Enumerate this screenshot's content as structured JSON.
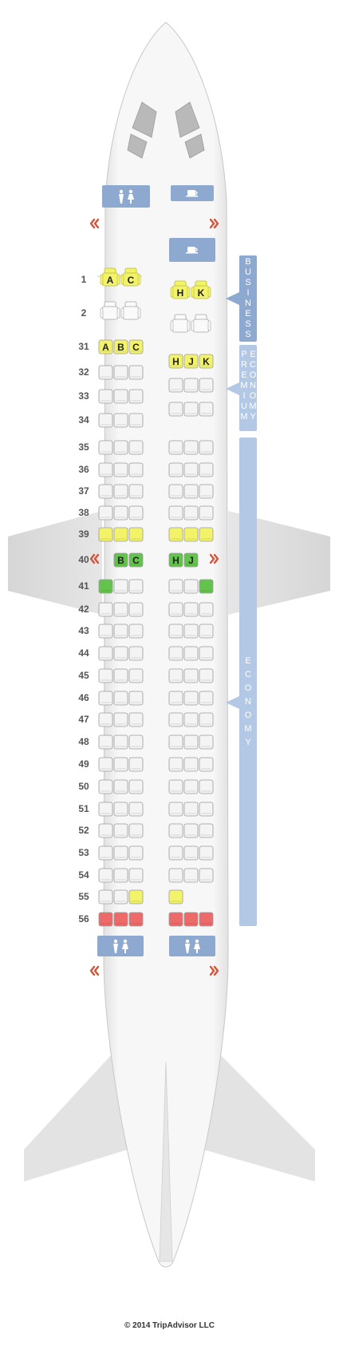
{
  "copyright": "© 2014 TripAdvisor LLC",
  "colors": {
    "standard": "#f4f4f4",
    "standard_stroke": "#9a9a9a",
    "yellow": "#f3f36a",
    "green": "#63c34d",
    "red": "#ec6a6a",
    "facility": "#8ea9cf",
    "cabin_bar": "#b3c8e4",
    "exit_arrow": "#d4543a",
    "fuselage_stroke": "#c8c8c8"
  },
  "icons": {
    "lavatory": "lavatory-icon",
    "galley": "galley-cup-icon",
    "exit_left": "exit-arrow-left-icon",
    "exit_right": "exit-arrow-right-icon"
  },
  "cabins": [
    {
      "name": "business-cabin-label",
      "letters": [
        "B",
        "U",
        "S",
        "I",
        "N",
        "E",
        "S",
        "S"
      ]
    },
    {
      "name": "premium-economy-cabin-label",
      "left_letters": [
        "P",
        "R",
        "E",
        "M",
        "I",
        "U",
        "M"
      ],
      "right_letters": [
        "E",
        "C",
        "O",
        "N",
        "O",
        "M",
        "Y"
      ]
    },
    {
      "name": "economy-cabin-label",
      "letters": [
        "E",
        "C",
        "O",
        "N",
        "O",
        "M",
        "Y"
      ]
    }
  ],
  "business_rows": [
    {
      "row": "1",
      "left": [
        {
          "letter": "A",
          "type": "yellow"
        },
        {
          "letter": "C",
          "type": "yellow"
        }
      ]
    },
    {
      "row": "2",
      "left": [
        {
          "letter": "",
          "type": "standard"
        },
        {
          "letter": "",
          "type": "standard"
        }
      ]
    }
  ],
  "business_right": [
    {
      "seats": [
        {
          "letter": "H",
          "type": "yellow"
        },
        {
          "letter": "K",
          "type": "yellow"
        }
      ]
    },
    {
      "seats": [
        {
          "letter": "",
          "type": "standard"
        },
        {
          "letter": "",
          "type": "standard"
        }
      ]
    }
  ],
  "rows": [
    {
      "row": "31",
      "left": [
        {
          "l": "A",
          "t": "yellow"
        },
        {
          "l": "B",
          "t": "yellow"
        },
        {
          "l": "C",
          "t": "yellow"
        }
      ],
      "right": [
        {
          "l": "H",
          "t": "yellow"
        },
        {
          "l": "J",
          "t": "yellow"
        },
        {
          "l": "K",
          "t": "yellow"
        }
      ]
    },
    {
      "row": "32",
      "left": [
        {
          "l": "",
          "t": "standard"
        },
        {
          "l": "",
          "t": "standard"
        },
        {
          "l": "",
          "t": "standard"
        }
      ],
      "right": [
        {
          "l": "",
          "t": "standard"
        },
        {
          "l": "",
          "t": "standard"
        },
        {
          "l": "",
          "t": "standard"
        }
      ]
    },
    {
      "row": "33",
      "left": [
        {
          "l": "",
          "t": "standard"
        },
        {
          "l": "",
          "t": "standard"
        },
        {
          "l": "",
          "t": "standard"
        }
      ],
      "right": [
        {
          "l": "",
          "t": "standard"
        },
        {
          "l": "",
          "t": "standard"
        },
        {
          "l": "",
          "t": "standard"
        }
      ]
    },
    {
      "row": "34",
      "left": [
        {
          "l": "",
          "t": "standard"
        },
        {
          "l": "",
          "t": "standard"
        },
        {
          "l": "",
          "t": "standard"
        }
      ],
      "right": []
    },
    {
      "row": "35",
      "left": [
        {
          "l": "",
          "t": "standard"
        },
        {
          "l": "",
          "t": "standard"
        },
        {
          "l": "",
          "t": "standard"
        }
      ],
      "right": [
        {
          "l": "",
          "t": "standard"
        },
        {
          "l": "",
          "t": "standard"
        },
        {
          "l": "",
          "t": "standard"
        }
      ]
    },
    {
      "row": "36",
      "left": [
        {
          "l": "",
          "t": "standard"
        },
        {
          "l": "",
          "t": "standard"
        },
        {
          "l": "",
          "t": "standard"
        }
      ],
      "right": [
        {
          "l": "",
          "t": "standard"
        },
        {
          "l": "",
          "t": "standard"
        },
        {
          "l": "",
          "t": "standard"
        }
      ]
    },
    {
      "row": "37",
      "left": [
        {
          "l": "",
          "t": "standard"
        },
        {
          "l": "",
          "t": "standard"
        },
        {
          "l": "",
          "t": "standard"
        }
      ],
      "right": [
        {
          "l": "",
          "t": "standard"
        },
        {
          "l": "",
          "t": "standard"
        },
        {
          "l": "",
          "t": "standard"
        }
      ]
    },
    {
      "row": "38",
      "left": [
        {
          "l": "",
          "t": "standard"
        },
        {
          "l": "",
          "t": "standard"
        },
        {
          "l": "",
          "t": "standard"
        }
      ],
      "right": [
        {
          "l": "",
          "t": "standard"
        },
        {
          "l": "",
          "t": "standard"
        },
        {
          "l": "",
          "t": "standard"
        }
      ]
    },
    {
      "row": "39",
      "left": [
        {
          "l": "",
          "t": "yellow"
        },
        {
          "l": "",
          "t": "yellow"
        },
        {
          "l": "",
          "t": "yellow"
        }
      ],
      "right": [
        {
          "l": "",
          "t": "yellow"
        },
        {
          "l": "",
          "t": "yellow"
        },
        {
          "l": "",
          "t": "yellow"
        }
      ]
    },
    {
      "row": "40",
      "left": [
        {
          "l": "",
          "t": "none"
        },
        {
          "l": "B",
          "t": "green"
        },
        {
          "l": "C",
          "t": "green"
        }
      ],
      "right": [
        {
          "l": "H",
          "t": "green"
        },
        {
          "l": "J",
          "t": "green"
        },
        {
          "l": "",
          "t": "none"
        }
      ]
    },
    {
      "row": "41",
      "left": [
        {
          "l": "",
          "t": "green"
        },
        {
          "l": "",
          "t": "standard"
        },
        {
          "l": "",
          "t": "standard"
        }
      ],
      "right": [
        {
          "l": "",
          "t": "standard"
        },
        {
          "l": "",
          "t": "standard"
        },
        {
          "l": "",
          "t": "green"
        }
      ]
    },
    {
      "row": "42",
      "left": [
        {
          "l": "",
          "t": "standard"
        },
        {
          "l": "",
          "t": "standard"
        },
        {
          "l": "",
          "t": "standard"
        }
      ],
      "right": [
        {
          "l": "",
          "t": "standard"
        },
        {
          "l": "",
          "t": "standard"
        },
        {
          "l": "",
          "t": "standard"
        }
      ]
    },
    {
      "row": "43",
      "left": [
        {
          "l": "",
          "t": "standard"
        },
        {
          "l": "",
          "t": "standard"
        },
        {
          "l": "",
          "t": "standard"
        }
      ],
      "right": [
        {
          "l": "",
          "t": "standard"
        },
        {
          "l": "",
          "t": "standard"
        },
        {
          "l": "",
          "t": "standard"
        }
      ]
    },
    {
      "row": "44",
      "left": [
        {
          "l": "",
          "t": "standard"
        },
        {
          "l": "",
          "t": "standard"
        },
        {
          "l": "",
          "t": "standard"
        }
      ],
      "right": [
        {
          "l": "",
          "t": "standard"
        },
        {
          "l": "",
          "t": "standard"
        },
        {
          "l": "",
          "t": "standard"
        }
      ]
    },
    {
      "row": "45",
      "left": [
        {
          "l": "",
          "t": "standard"
        },
        {
          "l": "",
          "t": "standard"
        },
        {
          "l": "",
          "t": "standard"
        }
      ],
      "right": [
        {
          "l": "",
          "t": "standard"
        },
        {
          "l": "",
          "t": "standard"
        },
        {
          "l": "",
          "t": "standard"
        }
      ]
    },
    {
      "row": "46",
      "left": [
        {
          "l": "",
          "t": "standard"
        },
        {
          "l": "",
          "t": "standard"
        },
        {
          "l": "",
          "t": "standard"
        }
      ],
      "right": [
        {
          "l": "",
          "t": "standard"
        },
        {
          "l": "",
          "t": "standard"
        },
        {
          "l": "",
          "t": "standard"
        }
      ]
    },
    {
      "row": "47",
      "left": [
        {
          "l": "",
          "t": "standard"
        },
        {
          "l": "",
          "t": "standard"
        },
        {
          "l": "",
          "t": "standard"
        }
      ],
      "right": [
        {
          "l": "",
          "t": "standard"
        },
        {
          "l": "",
          "t": "standard"
        },
        {
          "l": "",
          "t": "standard"
        }
      ]
    },
    {
      "row": "48",
      "left": [
        {
          "l": "",
          "t": "standard"
        },
        {
          "l": "",
          "t": "standard"
        },
        {
          "l": "",
          "t": "standard"
        }
      ],
      "right": [
        {
          "l": "",
          "t": "standard"
        },
        {
          "l": "",
          "t": "standard"
        },
        {
          "l": "",
          "t": "standard"
        }
      ]
    },
    {
      "row": "49",
      "left": [
        {
          "l": "",
          "t": "standard"
        },
        {
          "l": "",
          "t": "standard"
        },
        {
          "l": "",
          "t": "standard"
        }
      ],
      "right": [
        {
          "l": "",
          "t": "standard"
        },
        {
          "l": "",
          "t": "standard"
        },
        {
          "l": "",
          "t": "standard"
        }
      ]
    },
    {
      "row": "50",
      "left": [
        {
          "l": "",
          "t": "standard"
        },
        {
          "l": "",
          "t": "standard"
        },
        {
          "l": "",
          "t": "standard"
        }
      ],
      "right": [
        {
          "l": "",
          "t": "standard"
        },
        {
          "l": "",
          "t": "standard"
        },
        {
          "l": "",
          "t": "standard"
        }
      ]
    },
    {
      "row": "51",
      "left": [
        {
          "l": "",
          "t": "standard"
        },
        {
          "l": "",
          "t": "standard"
        },
        {
          "l": "",
          "t": "standard"
        }
      ],
      "right": [
        {
          "l": "",
          "t": "standard"
        },
        {
          "l": "",
          "t": "standard"
        },
        {
          "l": "",
          "t": "standard"
        }
      ]
    },
    {
      "row": "52",
      "left": [
        {
          "l": "",
          "t": "standard"
        },
        {
          "l": "",
          "t": "standard"
        },
        {
          "l": "",
          "t": "standard"
        }
      ],
      "right": [
        {
          "l": "",
          "t": "standard"
        },
        {
          "l": "",
          "t": "standard"
        },
        {
          "l": "",
          "t": "standard"
        }
      ]
    },
    {
      "row": "53",
      "left": [
        {
          "l": "",
          "t": "standard"
        },
        {
          "l": "",
          "t": "standard"
        },
        {
          "l": "",
          "t": "standard"
        }
      ],
      "right": [
        {
          "l": "",
          "t": "standard"
        },
        {
          "l": "",
          "t": "standard"
        },
        {
          "l": "",
          "t": "standard"
        }
      ]
    },
    {
      "row": "54",
      "left": [
        {
          "l": "",
          "t": "standard"
        },
        {
          "l": "",
          "t": "standard"
        },
        {
          "l": "",
          "t": "standard"
        }
      ],
      "right": [
        {
          "l": "",
          "t": "standard"
        },
        {
          "l": "",
          "t": "standard"
        },
        {
          "l": "",
          "t": "standard"
        }
      ]
    },
    {
      "row": "55",
      "left": [
        {
          "l": "",
          "t": "standard"
        },
        {
          "l": "",
          "t": "standard"
        },
        {
          "l": "",
          "t": "yellow"
        }
      ],
      "right": [
        {
          "l": "",
          "t": "yellow"
        },
        {
          "l": "",
          "t": "none"
        },
        {
          "l": "",
          "t": "none"
        }
      ]
    },
    {
      "row": "56",
      "left": [
        {
          "l": "",
          "t": "red"
        },
        {
          "l": "",
          "t": "red"
        },
        {
          "l": "",
          "t": "red"
        }
      ],
      "right": [
        {
          "l": "",
          "t": "red"
        },
        {
          "l": "",
          "t": "red"
        },
        {
          "l": "",
          "t": "red"
        }
      ]
    }
  ]
}
